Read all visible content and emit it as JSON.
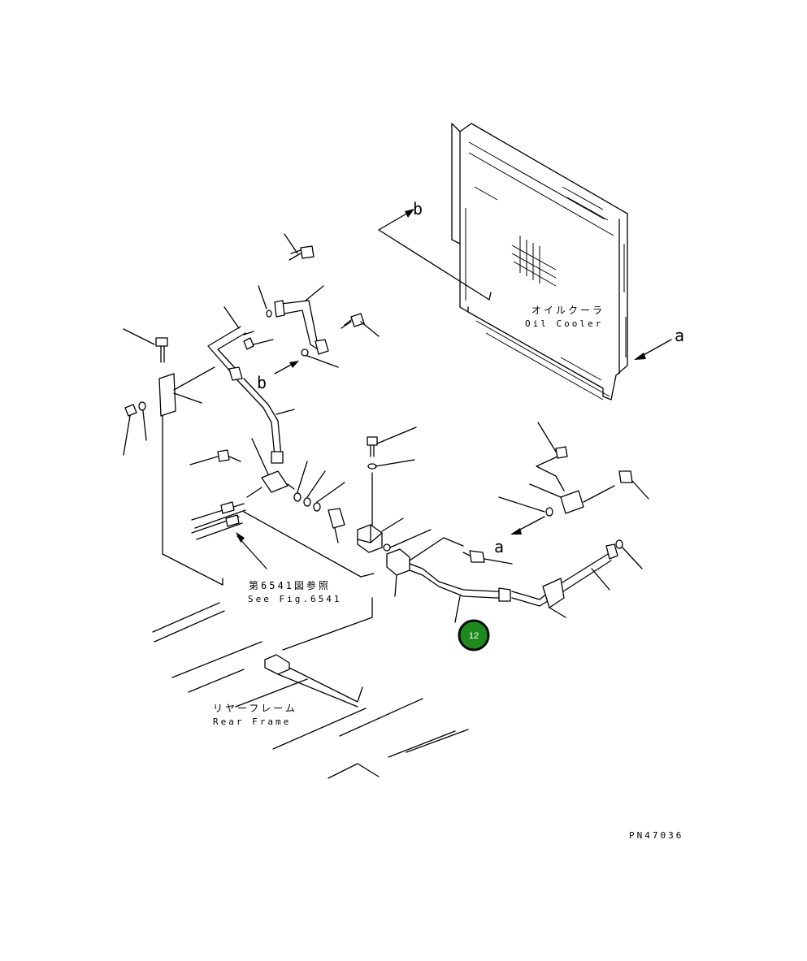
{
  "labels": {
    "oil_cooler_jp": "オイルクーラ",
    "oil_cooler_en": "Oil Cooler",
    "rear_frame_jp": "リヤーフレーム",
    "rear_frame_en": "Rear Frame",
    "see_fig_jp": "第6541図参照",
    "see_fig_en": "See Fig.6541",
    "figure_code": "PN47036"
  },
  "markers": {
    "a": "a",
    "b": "b"
  },
  "callouts": [
    {
      "number": "12",
      "color": "#1e8a1e",
      "border": "#0a0a0a"
    }
  ]
}
